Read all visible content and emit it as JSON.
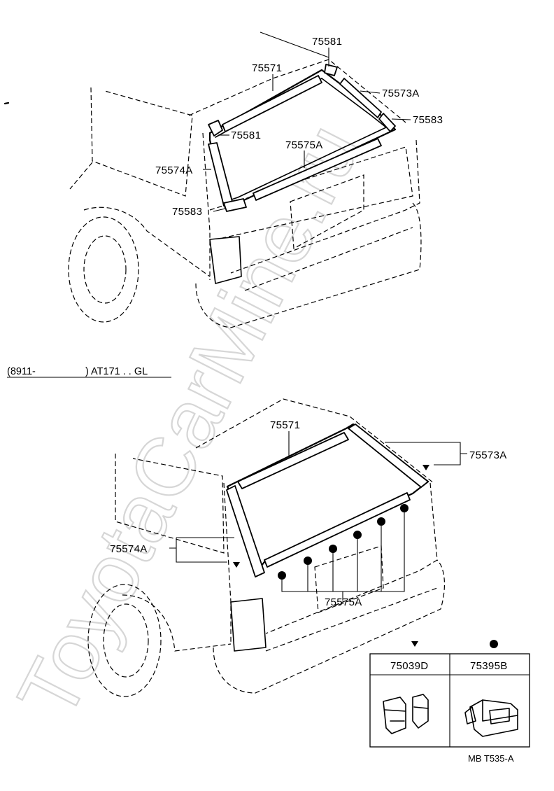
{
  "watermark": "ToyotaCarMine.ru",
  "top_diagram": {
    "labels": {
      "p75581_top": "75581",
      "p75571": "75571",
      "p75573a": "75573A",
      "p75583_right": "75583",
      "p75581_left": "75581",
      "p75575a": "75575A",
      "p75574a": "75574A",
      "p75583_left": "75583"
    }
  },
  "section_header": {
    "range": "(8911-",
    "model_end": ") AT171 . . GL"
  },
  "bottom_diagram": {
    "labels": {
      "p75571": "75571",
      "p75573a": "75573A",
      "p75574a": "75574A",
      "p75575a": "75575A"
    }
  },
  "clip_table": {
    "columns": [
      {
        "symbol": "triangle",
        "part": "75039D"
      },
      {
        "symbol": "dot",
        "part": "75395B"
      }
    ]
  },
  "drawing_code": "MB T535-A"
}
